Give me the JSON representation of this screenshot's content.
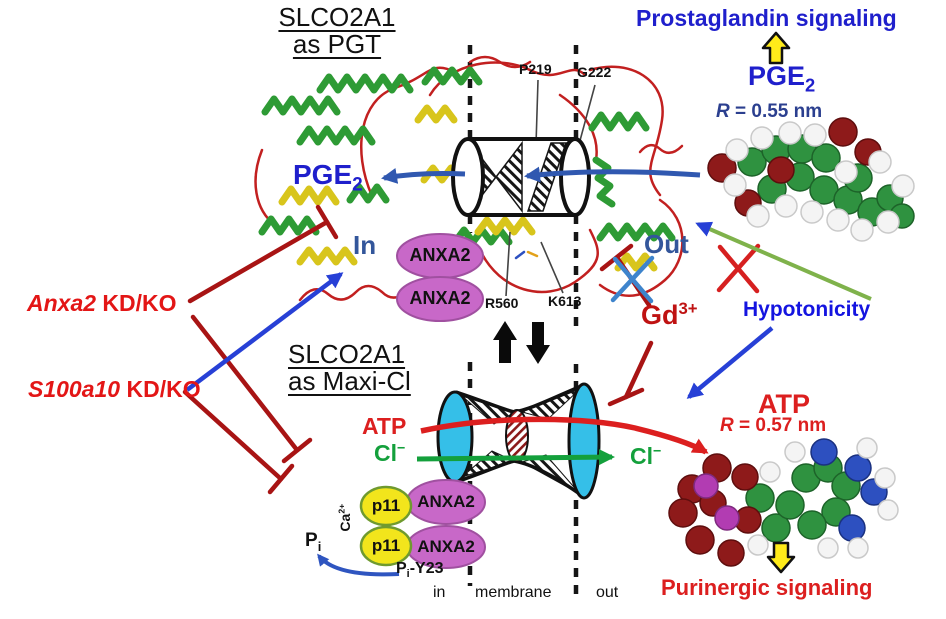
{
  "fig": {
    "pgt": {
      "title1": "SLCO2A1",
      "title2": "as PGT",
      "pge2": "PGE",
      "pge2_sub": "2",
      "in_label": "In",
      "out_label": "Out",
      "anxa2_1": "ANXA2",
      "anxa2_2": "ANXA2",
      "p219": "P219",
      "g222": "G222",
      "r560": "R560",
      "k613": "K613"
    },
    "top": {
      "signaling": "Prostaglandin signaling",
      "pge2": "PGE",
      "pge2_sub": "2",
      "radius_r": "R",
      "radius_rest": " = 0.55 nm"
    },
    "left": {
      "anxa2_gene": "Anxa2",
      "anxa2_rest": " KD/KO",
      "s100a10_gene": "S100a10",
      "s100a10_rest": " KD/KO"
    },
    "right": {
      "gd": "Gd",
      "gd_sup": "3+",
      "hypotonicity": "Hypotonicity"
    },
    "maxi": {
      "title1": "SLCO2A1",
      "title2": "as Maxi-Cl",
      "atp": "ATP",
      "cl_left": "Cl",
      "cl_left_sup": "−",
      "cl_right": "Cl",
      "cl_right_sup": "−",
      "p11_1": "p11",
      "p11_2": "p11",
      "anxa2_1": "ANXA2",
      "anxa2_2": "ANXA2",
      "ca": "Ca",
      "ca_sup": "2+",
      "pi": "P",
      "pi_sub": "i",
      "piy23_p": "P",
      "piy23_sub": "i",
      "piy23_rest": "-Y23"
    },
    "bottom": {
      "atp": "ATP",
      "radius_r": "R",
      "radius_rest": " = 0.57 nm",
      "signaling": "Purinergic signaling",
      "mem_in": "in",
      "mem_membrane": "membrane",
      "mem_out": "out"
    },
    "colors": {
      "signal_blue": "#1F1FCC",
      "label_slate_blue": "#33569B",
      "radius_blue": "#2B3F8F",
      "gene_red": "#E31616",
      "inhibit_dark_red": "#A81414",
      "gd_red": "#BF1212",
      "atp_red": "#DC1F1F",
      "cl_green": "#14A03C",
      "hypotonicity_blue": "#1414E0",
      "arrow_blue": "#2740D6",
      "transport_blue": "#3058B0",
      "green_arrow": "#7FB24B",
      "anxa2_magenta": "#C868C8",
      "p11_yellow": "#F2E51C",
      "pore_cyan": "#35BFE8",
      "highlight_yellow": "#FFEB1A"
    }
  }
}
